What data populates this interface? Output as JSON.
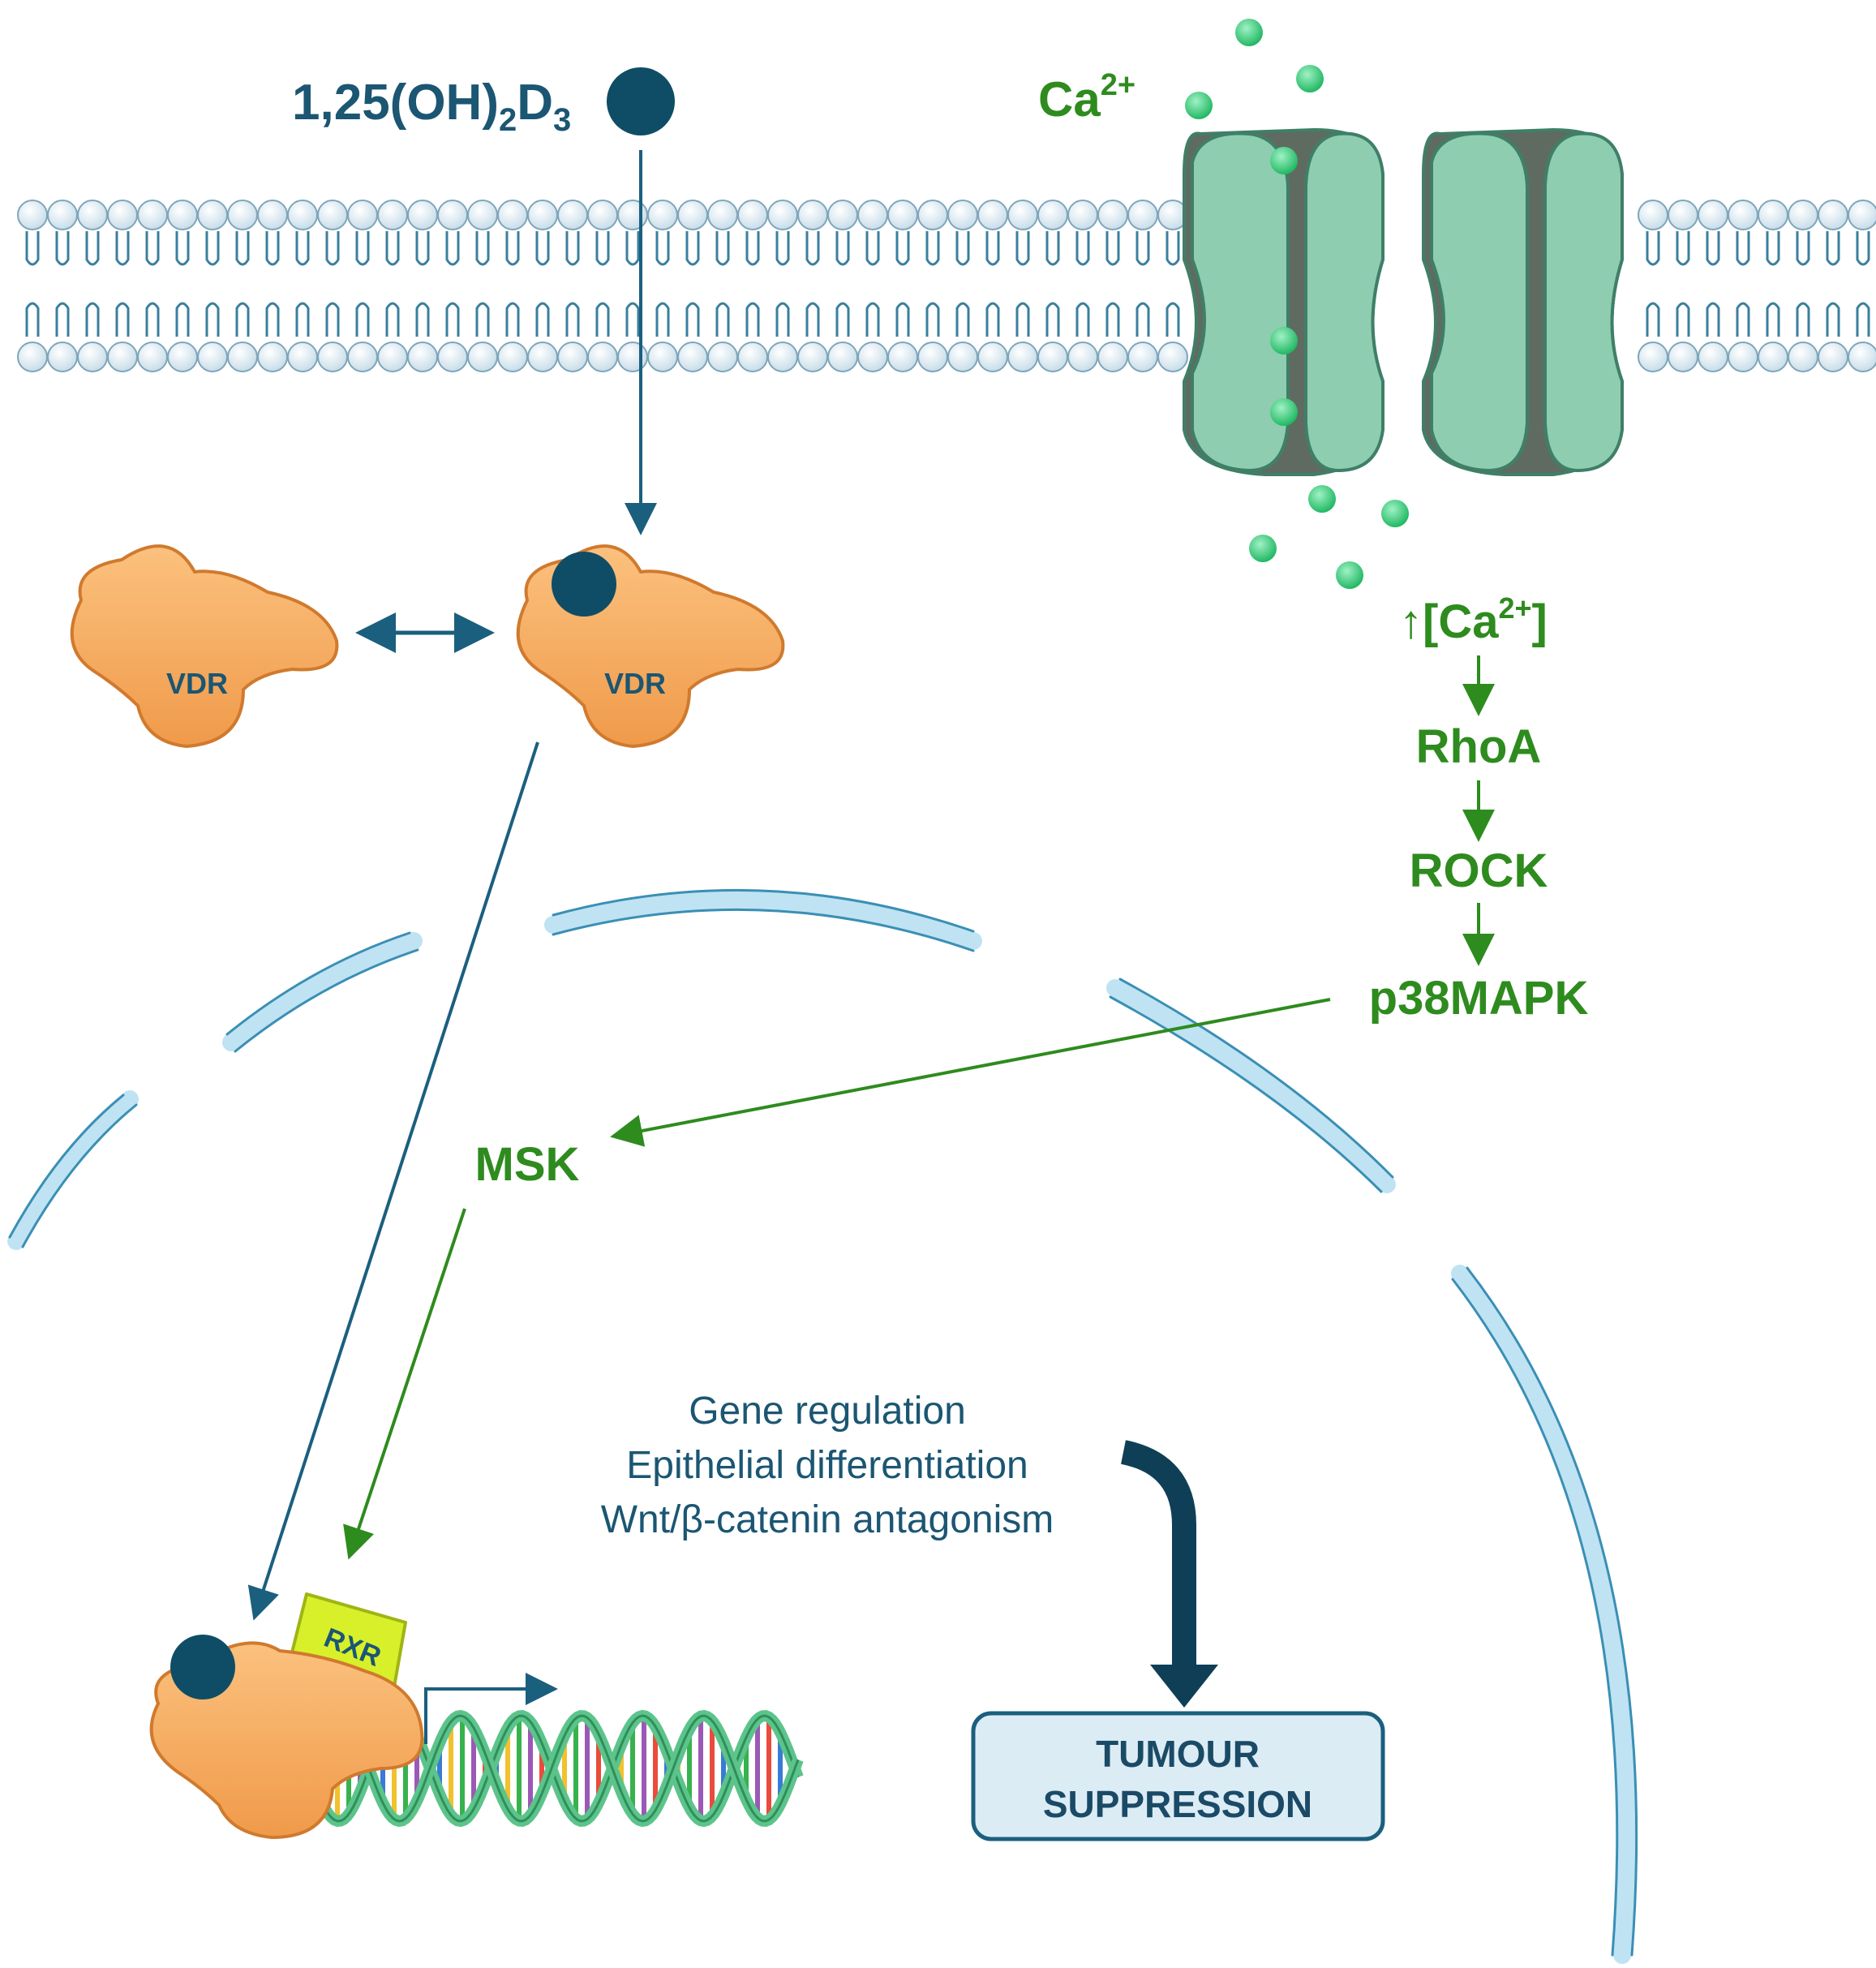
{
  "ligand": {
    "label_main": "1,25(OH)",
    "sub_1": "2",
    "label_mid": "D",
    "sub_2": "3"
  },
  "calcium": {
    "label": "Ca",
    "sup": "2+"
  },
  "vdr": {
    "free_label": "VDR",
    "bound_label": "VDR"
  },
  "rxr": {
    "label": "RXR"
  },
  "pathway": {
    "ca_conc_prefix": "↑[Ca",
    "ca_conc_sup": "2+",
    "ca_conc_suffix": "]",
    "rhoa": "RhoA",
    "rock": "ROCK",
    "p38": "p38MAPK",
    "msk": "MSK"
  },
  "effects": [
    "Gene regulation",
    "Epithelial differentiation",
    "Wnt/β-catenin antagonism"
  ],
  "outcome": {
    "line1": "TUMOUR",
    "line2": "SUPPRESSION"
  },
  "colors": {
    "blue_path": "#1b5f7e",
    "green_path": "#2e8b1e",
    "ca_dot": "#2ecc71",
    "vdr_orange": "#f6a75c",
    "rxr_yellow": "#d8f02a",
    "nucleus": "#bfe3f2",
    "channel_green": "#8ecdb0",
    "outcome_box": "#dcecf5"
  }
}
